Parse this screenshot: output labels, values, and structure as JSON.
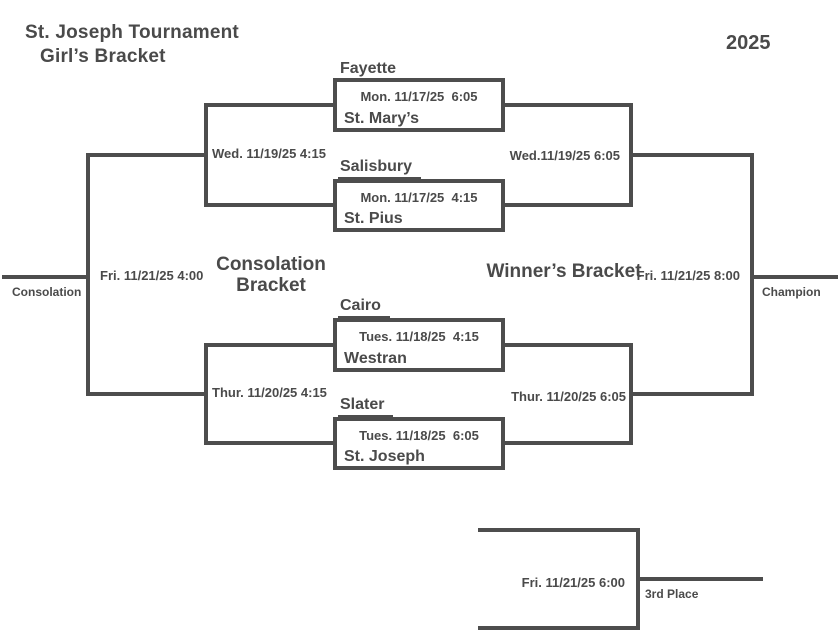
{
  "page": {
    "background": "#ffffff"
  },
  "colors": {
    "line": "#4d4d4d",
    "text": "#4a4a4a"
  },
  "header": {
    "title_line1": "St. Joseph Tournament",
    "title_line2": "Girl’s Bracket",
    "year": "2025"
  },
  "headings": {
    "consolation": "Consolation Bracket",
    "winners": "Winner’s Bracket"
  },
  "games": [
    {
      "top_team": "Fayette",
      "datetime": "Mon. 11/17/25  6:05",
      "bottom_team": "St. Mary’s",
      "top_underline": false
    },
    {
      "top_team": "Salisbury",
      "datetime": "Mon. 11/17/25  4:15",
      "bottom_team": "St. Pius",
      "top_underline": true
    },
    {
      "top_team": "Cairo",
      "datetime": "Tues. 11/18/25  4:15",
      "bottom_team": "Westran",
      "top_underline": true
    },
    {
      "top_team": "Slater",
      "datetime": "Tues. 11/18/25  6:05",
      "bottom_team": "St. Joseph",
      "top_underline": true
    }
  ],
  "schedule_labels": {
    "consolation_semi_top": "Wed. 11/19/25 4:15",
    "winners_semi_top": "Wed.11/19/25 6:05",
    "consolation_semi_bottom": "Thur. 11/20/25 4:15",
    "winners_semi_bottom": "Thur. 11/20/25 6:05",
    "consolation_final": "Fri. 11/21/25 4:00",
    "championship": "Fri. 11/21/25 8:00",
    "third_place_game": "Fri. 11/21/25 6:00"
  },
  "outcome_labels": {
    "consolation": "Consolation",
    "champion": "Champion",
    "third_place": "3rd Place"
  }
}
